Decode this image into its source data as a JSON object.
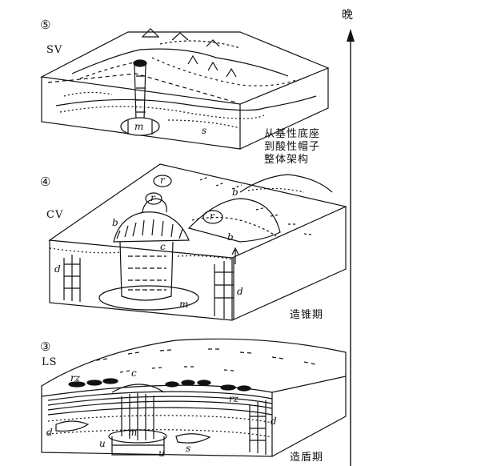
{
  "axis": {
    "label": "晚"
  },
  "panels": [
    {
      "number": "⑤",
      "code": "SV",
      "caption_lines": [
        "从基性底座",
        "到酸性帽子",
        "整体架构"
      ],
      "tags": {
        "m": "m",
        "s": "s"
      }
    },
    {
      "number": "④",
      "code": "CV",
      "caption_lines": [
        "造锥期"
      ],
      "tags": {
        "r1": "r",
        "r2": "r",
        "r3": "r",
        "b1": "b",
        "b2": "b",
        "b3": "b",
        "c": "c",
        "d1": "d",
        "d2": "d",
        "m": "m"
      }
    },
    {
      "number": "③",
      "code": "LS",
      "caption_lines": [
        "造盾期"
      ],
      "tags": {
        "rz1": "rz",
        "rz2": "rz",
        "c": "c",
        "m": "m",
        "d1": "d",
        "d2": "d",
        "u1": "u",
        "u2": "u",
        "s": "s"
      }
    }
  ]
}
